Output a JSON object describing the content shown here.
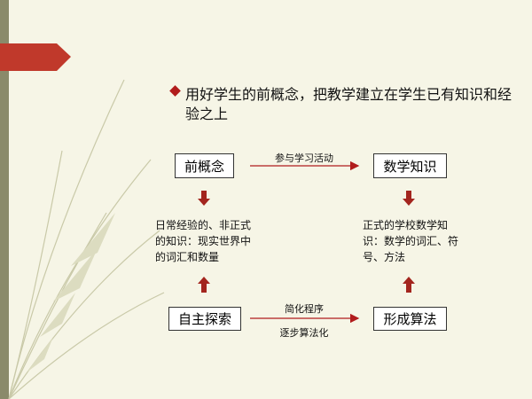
{
  "bullet": {
    "text": "用好学生的前概念，把教学建立在学生已有知识和经验之上"
  },
  "diagram": {
    "nodes": {
      "top_left": "前概念",
      "top_right": "数学知识",
      "bottom_left": "自主探索",
      "bottom_right": "形成算法"
    },
    "notes": {
      "left": "日常经验的、非正式的知识：现实世界中的词汇和数量",
      "right": "正式的学校数学知识：数学的词汇、符号、方法"
    },
    "edge_labels": {
      "top": "参与学习活动",
      "bottom_upper": "简化程序",
      "bottom_lower": "逐步算法化"
    }
  },
  "colors": {
    "background": "#f6f5e6",
    "ribbon": "#c0392b",
    "decor_lines": "#c9c9a8",
    "flow_arrow": "#b11c1c",
    "block_arrow": "#a3251e"
  }
}
